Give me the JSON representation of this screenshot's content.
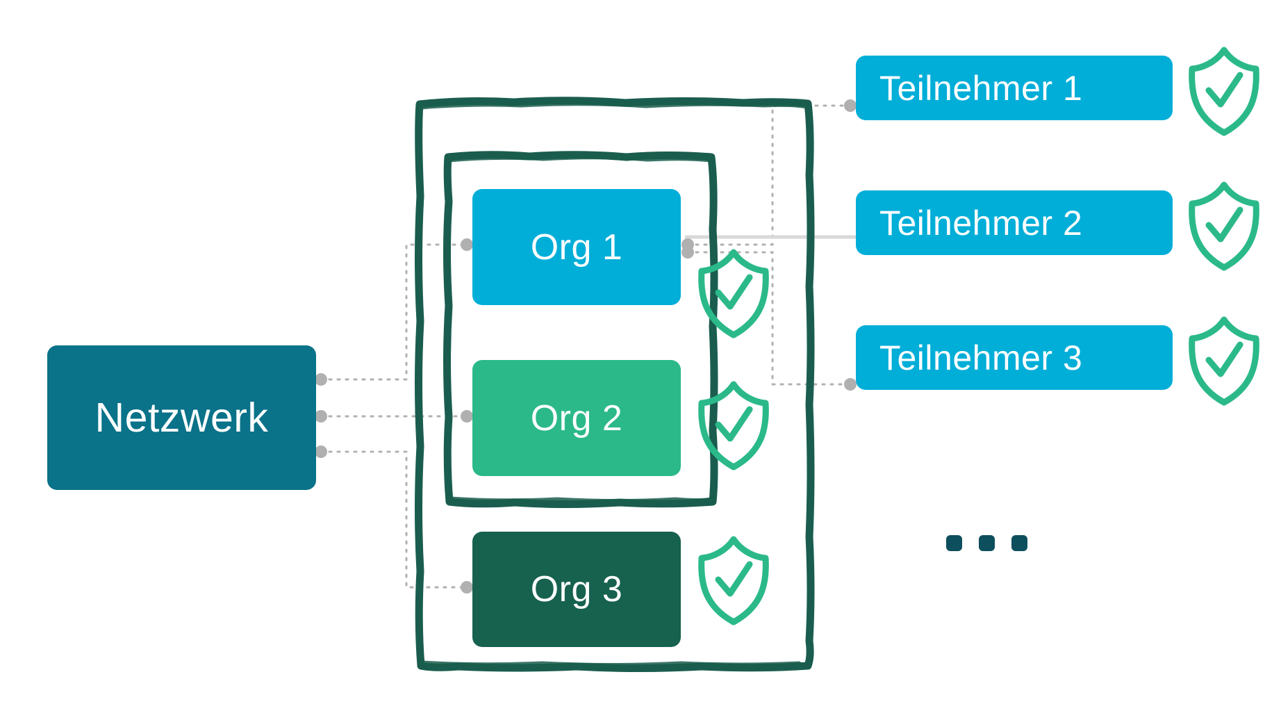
{
  "diagram": {
    "title": "Netzwerk / Organisationen / Teilnehmer",
    "background": "#ffffff"
  },
  "colors": {
    "network_teal": "#0a7289",
    "cyan": "#00aed8",
    "green": "#2bb98a",
    "dark_green": "#17614f",
    "container_outline": "#1a5d4e",
    "connector_gray": "#b0b0b0",
    "solid_line_gray": "#d9d9d9",
    "ellipsis_dot": "#0d4f5c",
    "label_text": "#ffffff"
  },
  "network": {
    "label": "Netzwerk"
  },
  "containers": {
    "outer": {
      "name": "outer-boundary"
    },
    "inner": {
      "name": "inner-boundary"
    }
  },
  "organisations": [
    {
      "label": "Org 1",
      "color": "#00aed8",
      "verified": true
    },
    {
      "label": "Org 2",
      "color": "#2bb98a",
      "verified": true
    },
    {
      "label": "Org 3",
      "color": "#17614f",
      "verified": true
    }
  ],
  "participants": [
    {
      "label": "Teilnehmer 1",
      "color": "#00aed8",
      "verified": true
    },
    {
      "label": "Teilnehmer 2",
      "color": "#00aed8",
      "verified": true
    },
    {
      "label": "Teilnehmer 3",
      "color": "#00aed8",
      "verified": true
    }
  ],
  "more_indicator": {
    "symbol": "...",
    "dot_count": 3
  },
  "icons": {
    "shield_check": "shield-check-icon"
  },
  "connections": [
    {
      "from": "Netzwerk",
      "to": "Org 1",
      "style": "dotted"
    },
    {
      "from": "Netzwerk",
      "to": "Org 2",
      "style": "dotted"
    },
    {
      "from": "Netzwerk",
      "to": "Org 3",
      "style": "dotted"
    },
    {
      "from": "Org 1",
      "to": "Teilnehmer 1",
      "style": "dotted"
    },
    {
      "from": "Org 1",
      "to": "Teilnehmer 2",
      "style": "solid"
    },
    {
      "from": "Org 1",
      "to": "Teilnehmer 3",
      "style": "dotted"
    }
  ]
}
